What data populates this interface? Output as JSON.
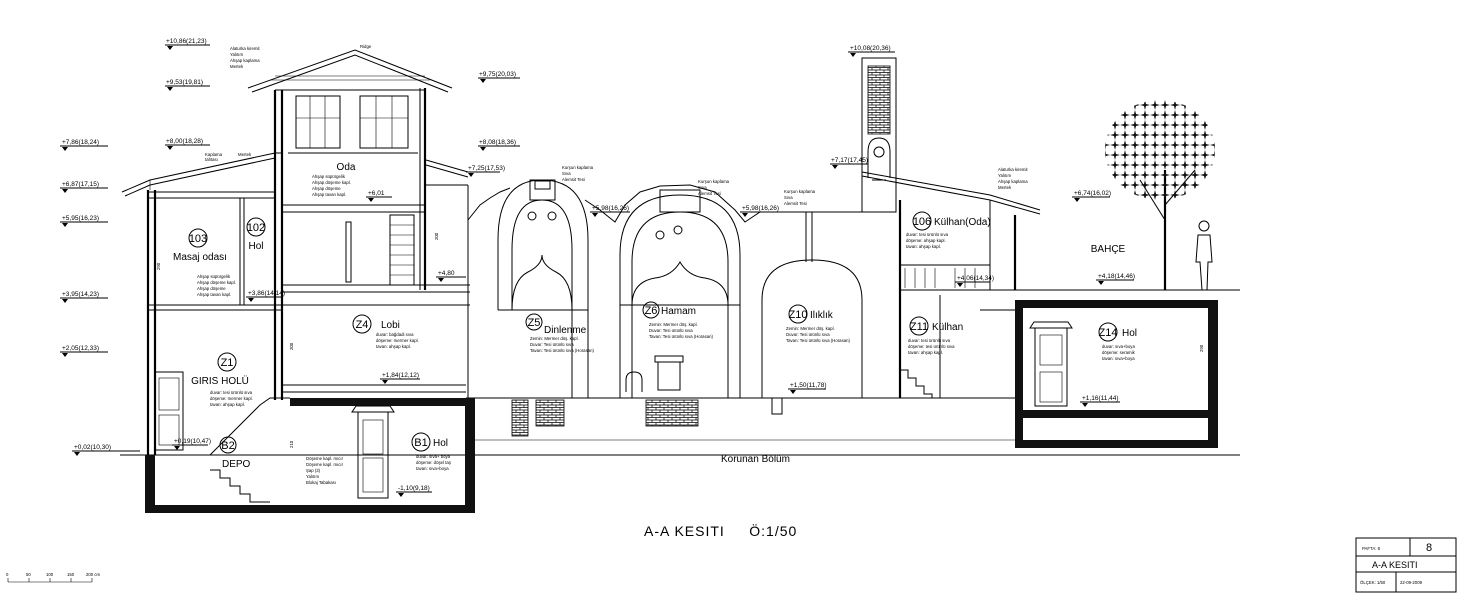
{
  "title": "A-A KESITI     Ö:1/50",
  "protected_label": "Korunan Bölüm",
  "garden_label": "BAHÇE",
  "rooms": [
    {
      "num": "103",
      "name": "Masaj odası"
    },
    {
      "num": "102",
      "name": "Hol"
    },
    {
      "num": "",
      "name": "Oda"
    },
    {
      "num": "Z1",
      "name": "GIRIS HOLÜ"
    },
    {
      "num": "Z4",
      "name": "Lobi"
    },
    {
      "num": "Z5",
      "name": "Dinlenme"
    },
    {
      "num": "Z6",
      "name": "Hamam"
    },
    {
      "num": "Z10",
      "name": "Ilıklık"
    },
    {
      "num": "106",
      "name": "Külhan(Oda)"
    },
    {
      "num": "Z11",
      "name": "Külhan"
    },
    {
      "num": "Z14",
      "name": "Hol"
    },
    {
      "num": "B2",
      "name": "DEPO"
    },
    {
      "num": "B1",
      "name": "Hol"
    }
  ],
  "levels": [
    "+10,86(21,23)",
    "+9,53(19,81)",
    "+9,75(20,03)",
    "+7,86(18,24)",
    "+8,00(18,28)",
    "+8,08(18,36)",
    "+6,87(17,15)",
    "+5,95(16,23)",
    "+3,95(14,23)",
    "+2,05(12,33)",
    "+0,02(10,30)",
    "+10,08(20,36)",
    "+7,17(17,45)",
    "+6,74(16,02)",
    "+4,18(14,46)",
    "+5,98(16,26)",
    "+5,98(16,26)",
    "+4,80",
    "+3,86(14,14)",
    "+1,84(12,12)",
    "+1,50(11,78)",
    "+1,16(11,44)",
    "+0,19(10,47)",
    "-1,10(9,18)",
    "+6,01",
    "+7,25(17,53)",
    "+4,06(14,34)"
  ],
  "notes": {
    "roof": [
      "Alaturka kiremit",
      "Yalıtım",
      "Ahşap kaplama",
      "Mertek"
    ],
    "ridge": "Ridge",
    "eave": [
      "Kaplama",
      "tahtası",
      "Mertek"
    ],
    "oda": [
      "Ahşap süpürgelik",
      "Ahşap döşeme kapl.",
      "Ahşap döşeme",
      "Ahşap tavan kapl."
    ],
    "masaj": [
      "Ahşap süpürgelik",
      "Ahşap döşeme kapl.",
      "Ahşap döşeme",
      "Ahşap tavan kapl."
    ],
    "z1": [
      "duvar: tesi ürünlü sıva",
      "döşeme: mermer kapl.",
      "tavan: ahşap kapl."
    ],
    "z4": [
      "duvar: bağdadi sıva",
      "döşeme: mermer kapl.",
      "tavan: ahşap kapl."
    ],
    "z5": [
      "Zemin: Mermer döş. kapl.",
      "Duvar: Tesi ürünlü sıva",
      "Tavan: Tesi ürünlü sıva (Horasan)"
    ],
    "z6": [
      "Zemin: Mermer döş. kapl.",
      "Duvar: Tesi ürünlü sıva",
      "Tavan: Tesi ürünlü sıva (Horasan)"
    ],
    "z10": [
      "Zemin: Mermer döş. kapl.",
      "Duvar: Tesi ürünlü sıva",
      "Tavan: Tesi ürünlü sıva (Horasan)"
    ],
    "dome": [
      "Kurşun kaplama",
      "Sıva",
      "Alemsit Tesi"
    ],
    "k106": [
      "duvar: tesi ürünlü sıva",
      "döşeme: ahşap kapl.",
      "tavan: ahşap kapl."
    ],
    "z11": [
      "duvar: tesi ürünlü sıva",
      "döşeme: tesi ürünlü sıva",
      "tavan: ahşap kapl."
    ],
    "z14": [
      "duvar: sıva+boya",
      "döşeme: seramik",
      "tavan: sıva+boya"
    ],
    "b1": [
      "duvar: sıva+ boya",
      "döşeme: döşel taş",
      "tavan: sıva+boya"
    ],
    "depo": [
      "Döşeme kapl. mıcır",
      "Döşeme kapl. mıcır",
      "Şap (3)",
      "Yalıtım",
      "Blokaj Tabakası"
    ],
    "kulhan_roof": [
      "Alaturka kiremit",
      "Yalıtım",
      "Ahşap kaplama",
      "Mertek"
    ]
  },
  "dims": [
    "290",
    "210",
    "200",
    "290",
    "200"
  ],
  "scale_bar": [
    "0",
    "50",
    "100",
    "150",
    "200 cm"
  ],
  "title_block": {
    "pafta": "PAFTA: 8",
    "sheet": "8",
    "name": "A-A KESITI",
    "scale": "ÖLÇEK: 1/50",
    "date": "22-09-2009"
  },
  "colors": {
    "ink": "#000000",
    "paper": "#ffffff",
    "wall": "#111111"
  }
}
